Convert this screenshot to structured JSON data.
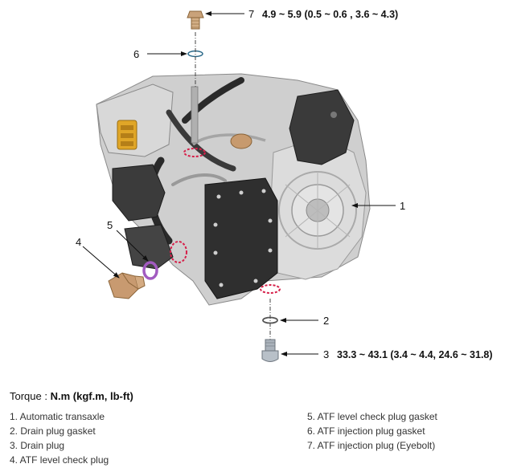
{
  "callouts": {
    "c1": "1",
    "c2": "2",
    "c3": "3",
    "c4": "4",
    "c5": "5",
    "c6": "6",
    "c7": "7"
  },
  "torque_values": {
    "t3": "33.3 ~ 43.1 (3.4 ~ 4.4, 24.6 ~ 31.8)",
    "t7": "4.9 ~ 5.9 (0.5 ~ 0.6 , 3.6 ~ 4.3)"
  },
  "torque_heading": {
    "prefix": "Torque : ",
    "units": "N.m (kgf.m, lb-ft)"
  },
  "legend": {
    "left": [
      "1. Automatic transaxle",
      "2. Drain plug gasket",
      "3. Drain plug",
      "4. ATF level check plug"
    ],
    "right": [
      "5. ATF level check plug gasket",
      "6. ATF injection plug gasket",
      "7. ATF injection plug (Eyebolt)"
    ]
  },
  "colors": {
    "highlight": "#d6204a",
    "bolt": "#c9a27a",
    "gasket_purple": "#a25bc0",
    "casting": "#c9c9c9",
    "dark_part": "#2a2a2a"
  }
}
